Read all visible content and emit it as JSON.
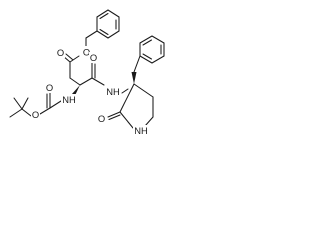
{
  "structure": {
    "atom_labels": {
      "ester_o_upper": "O",
      "ester_o_lower": "O",
      "amide_o": "O",
      "boc_o_carbonyl": "O",
      "boc_o_ether": "O",
      "lactam_o": "O",
      "nh_carbamate": "NH",
      "nh_amide": "NH",
      "nh_ring": "NH"
    },
    "stereo_marks": {
      "calpha": "S",
      "cquat": "S"
    }
  }
}
